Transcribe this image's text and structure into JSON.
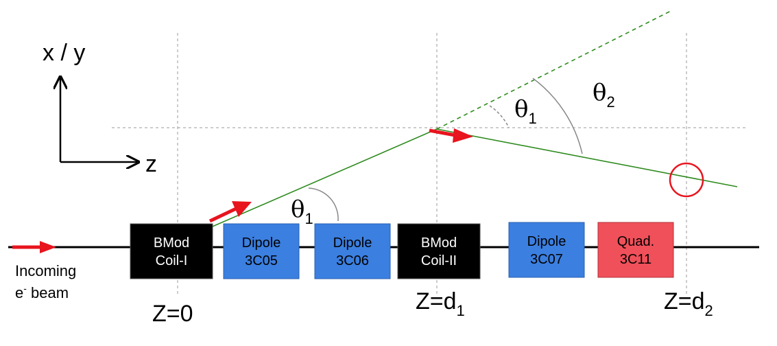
{
  "axes": {
    "vertical_label": "x / y",
    "horizontal_label": "z"
  },
  "beam_label": {
    "line1": "Incoming",
    "line2_e": "e",
    "line2_sup": "-",
    "line2_rest": " beam"
  },
  "positions": {
    "z0": "Z=0",
    "zd1_main": "Z=d",
    "zd1_sub": "1",
    "zd2_main": "Z=d",
    "zd2_sub": "2"
  },
  "angles": {
    "theta1_lower": {
      "symbol": "θ",
      "sub": "1"
    },
    "theta1_upper": {
      "symbol": "θ",
      "sub": "1"
    },
    "theta2": {
      "symbol": "θ",
      "sub": "2"
    }
  },
  "elements": [
    {
      "line1": "BMod",
      "line2": "Coil-I",
      "color": "#000000"
    },
    {
      "line1": "Dipole",
      "line2": "3C05",
      "color": "#3B7FE0"
    },
    {
      "line1": "Dipole",
      "line2": "3C06",
      "color": "#3B7FE0"
    },
    {
      "line1": "BMod",
      "line2": "Coil-II",
      "color": "#000000"
    },
    {
      "line1": "Dipole",
      "line2": "3C07",
      "color": "#3B7FE0"
    },
    {
      "line1": "Quad.",
      "line2": "3C11",
      "color": "#F0505A"
    }
  ],
  "colors": {
    "trajectory": "#2E8B1E",
    "arrow": "#E8141E",
    "target_circle": "#E8141E",
    "dashed_guides": "#999999"
  }
}
